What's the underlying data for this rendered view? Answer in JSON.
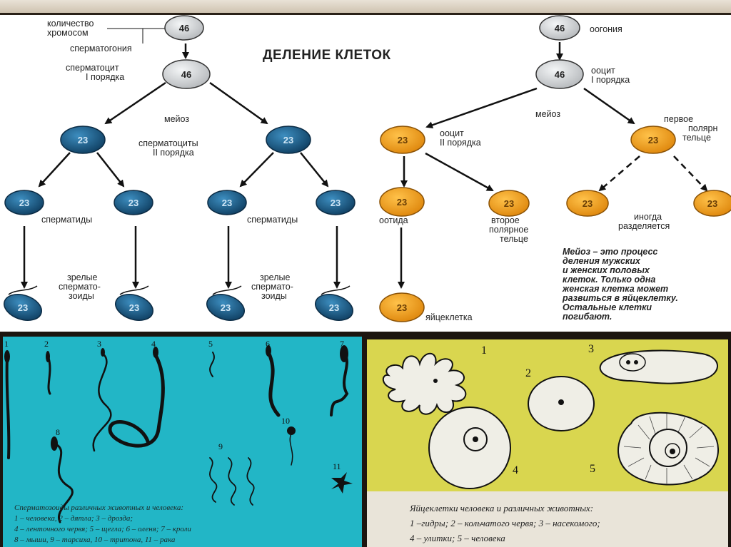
{
  "diagram": {
    "title": "ДЕЛЕНИЕ КЛЕТОК",
    "male": {
      "label_chromosome_count_1": "количество",
      "label_chromosome_count_2": "хромосом",
      "label_spermatogonia": "сперматогония",
      "label_primary_1": "сперматоцит",
      "label_primary_2": "I порядка",
      "label_meiosis": "мейоз",
      "label_secondary_1": "сперматоциты",
      "label_secondary_2": "II порядка",
      "label_spermatids_left": "сперматиды",
      "label_spermatids_right": "сперматиды",
      "label_mature_left_1": "зрелые",
      "label_mature_left_2": "сперма­то-",
      "label_mature_left_3": "зоиды",
      "label_mature_right_1": "зрелые",
      "label_mature_right_2": "сперма­то-",
      "label_mature_right_3": "зоиды",
      "n46": "46",
      "n23": "23"
    },
    "female": {
      "label_oogonia": "оогония",
      "label_primary_1": "ооцит",
      "label_primary_2": "I порядка",
      "label_meiosis": "мейоз",
      "label_secondary_1": "ооцит",
      "label_secondary_2": "II порядка",
      "label_first_polar_1": "первое",
      "label_first_polar_2": "полярн",
      "label_first_polar_3": "тельце",
      "label_ootid": "оотида",
      "label_second_polar_1": "второе",
      "label_second_polar_2": "полярное",
      "label_second_polar_3": "тельце",
      "label_sometimes_1": "иногда",
      "label_sometimes_2": "разделяется",
      "label_egg": "яйцеклетка",
      "n46": "46",
      "n23": "23"
    },
    "note_lines": [
      "Мейоз – это процесс",
      "деления мужских",
      "и женских половых",
      "клеток. Только одна",
      "женская клетка может",
      "развиться в яйцеклетку.",
      "Остальные клетки",
      "погибают."
    ],
    "colors": {
      "gray_cell": "#d6d8da",
      "blue_cell": "#1f5f8f",
      "orange_cell": "#f0a022"
    }
  },
  "sperm_panel": {
    "numbers": [
      "1",
      "2",
      "3",
      "4",
      "5",
      "6",
      "7",
      "8",
      "9",
      "10",
      "11"
    ],
    "caption_lines": [
      "Сперматозоиды различных животных и человека:",
      "1 – человека, 2 – дятла; 3 – дрозда;",
      "4 – ленточного червя; 5 – щегла; 6 – оленя; 7 – кроли",
      "8 – мыши, 9 – тарсиха, 10 – тритона, 11 – рака"
    ]
  },
  "egg_panel": {
    "numbers": [
      "1",
      "2",
      "3",
      "4",
      "5"
    ],
    "caption_lines": [
      "Яйцеклетки человека и различных животных:",
      "1 –гидры; 2 – кольчатого червя; 3 – насекомого;",
      "4 – улитки; 5 – человека"
    ]
  }
}
